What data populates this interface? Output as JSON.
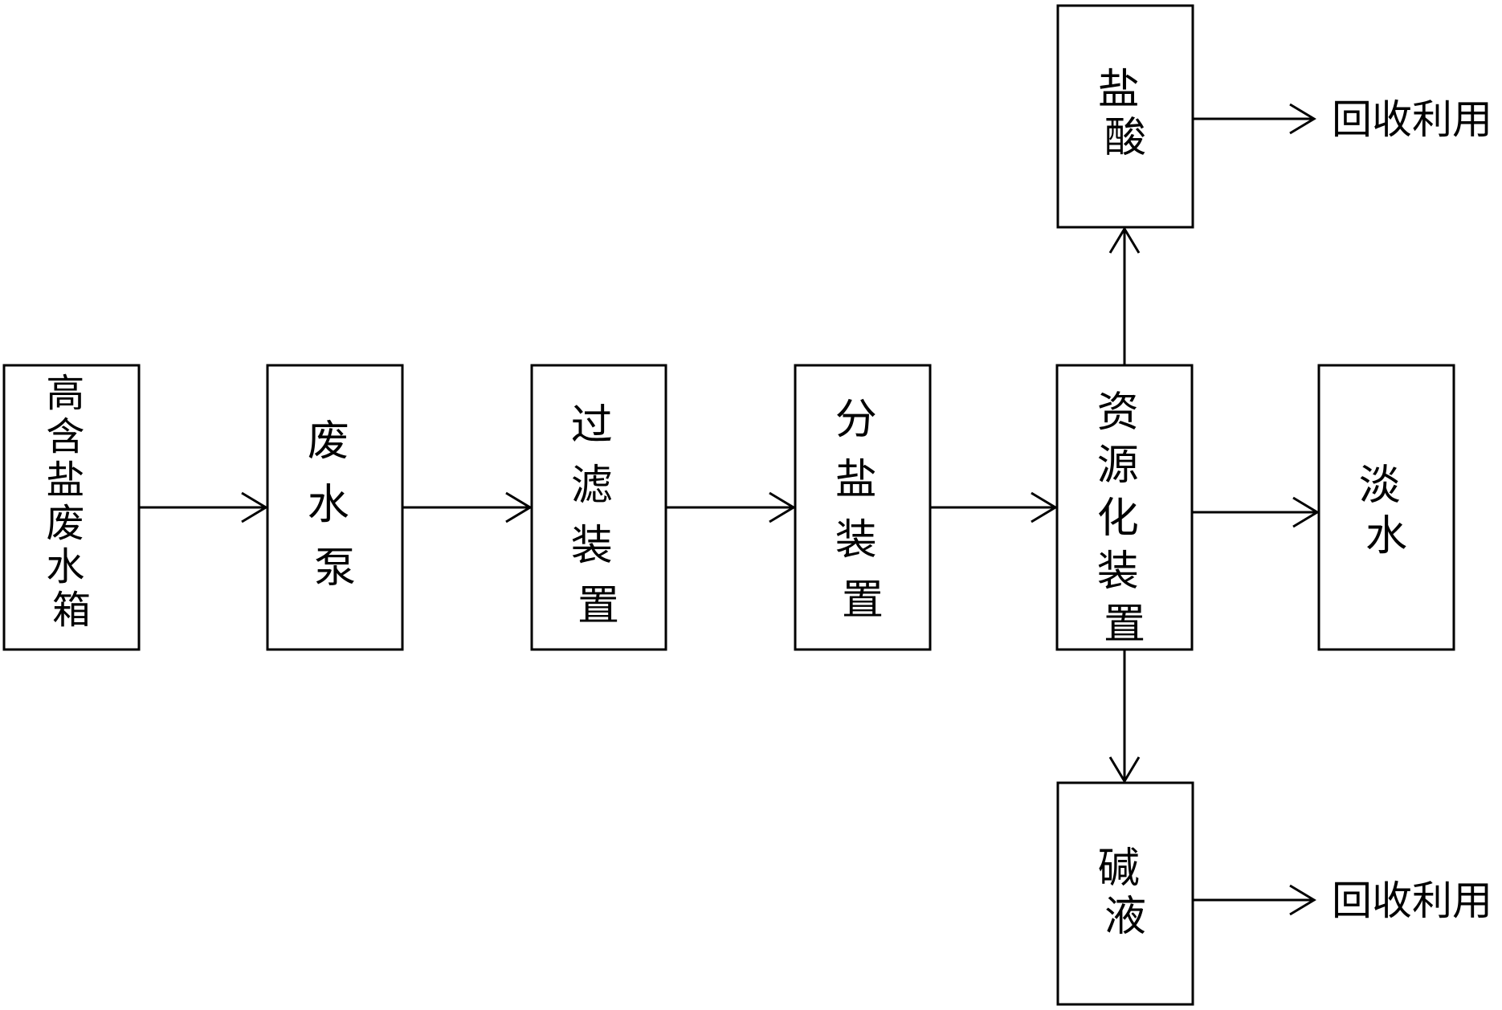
{
  "nodes": {
    "tank": {
      "lines": [
        "高",
        "含",
        "盐",
        "废",
        "水",
        "箱"
      ]
    },
    "pump": {
      "lines": [
        "废",
        "水",
        "泵"
      ]
    },
    "filter": {
      "lines": [
        "过",
        "滤",
        "装",
        "置"
      ]
    },
    "separate": {
      "lines": [
        "分",
        "盐",
        "装",
        "置"
      ]
    },
    "resource": {
      "lines": [
        "资",
        "源",
        "化",
        "装",
        "置"
      ]
    },
    "fresh": {
      "lines": [
        "淡",
        "水"
      ]
    },
    "acid": {
      "lines": [
        "盐",
        "酸"
      ]
    },
    "alkali": {
      "lines": [
        "碱",
        "液"
      ]
    }
  },
  "outputs": {
    "acid_recycle": "回收利用",
    "alkali_recycle": "回收利用"
  },
  "style": {
    "stroke": "#000000",
    "background": "#ffffff"
  }
}
